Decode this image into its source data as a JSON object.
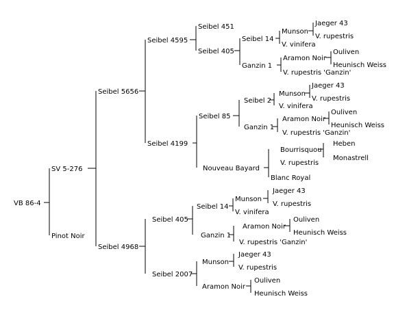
{
  "tree": {
    "root": "VB 86-4",
    "sv5276": "SV 5-276",
    "pinot_noir": "Pinot Noir",
    "seibel5656": "Seibel 5656",
    "seibel4968": "Seibel 4968",
    "seibel4595": "Seibel 4595",
    "seibel4199": "Seibel 4199",
    "s4595_seibel451": "Seibel 451",
    "s4595_seibel405": "Seibel 405",
    "s4595_seibel14": "Seibel 14",
    "s4595_ganzin1": "Ganzin 1",
    "s4595_munson": "Munson",
    "s4595_vvinifera": "V. vinifera",
    "s4595_jaeger43": "Jaeger 43",
    "s4595_vrupestris": "V. rupestris",
    "s4595_aramon": "Aramon Noir",
    "s4595_vrup_ganzin": "V. rupestris 'Ganzin'",
    "s4595_ouliven": "Ouliven",
    "s4595_heunisch": "Heunisch Weiss",
    "s4199_seibel85": "Seibel 85",
    "s4199_nouveau": "Nouveau Bayard",
    "s4199_seibel2": "Seibel 2",
    "s4199_ganzin1": "Ganzin 1",
    "s4199_munson": "Munson",
    "s4199_vvinifera": "V. vinifera",
    "s4199_jaeger43": "Jaeger 43",
    "s4199_vrupestris": "V. rupestris",
    "s4199_aramon": "Aramon Noir",
    "s4199_vrup_ganzin": "V. rupestris 'Ganzin'",
    "s4199_ouliven": "Ouliven",
    "s4199_heunisch": "Heunisch Weiss",
    "s4199_bourrisquou": "Bourrisquou",
    "s4199_vrupestris2": "V. rupestris",
    "s4199_blancroyal": "Blanc Royal",
    "s4199_heben": "Heben",
    "s4199_monastrell": "Monastrell",
    "s4968_seibel405": "Seibel 405",
    "s4968_seibel2007": "Seibel 2007",
    "s4968_seibel14": "Seibel 14",
    "s4968_ganzin1": "Ganzin 1",
    "s4968_munson": "Munson",
    "s4968_vvinifera": "V. vinifera",
    "s4968_jaeger43": "Jaeger 43",
    "s4968_vrupestris": "V. rupestris",
    "s4968_aramon": "Aramon Noir",
    "s4968_vrup_ganzin": "V. rupestris 'Ganzin'",
    "s4968_ouliven": "Ouliven",
    "s4968_heunisch": "Heunisch Weiss",
    "s2007_munson": "Munson",
    "s2007_aramon": "Aramon Noir",
    "s2007_jaeger43": "Jaeger 43",
    "s2007_vrupestris": "V. rupestris",
    "s2007_ouliven": "Ouliven",
    "s2007_heunisch": "Heunisch Weiss"
  }
}
